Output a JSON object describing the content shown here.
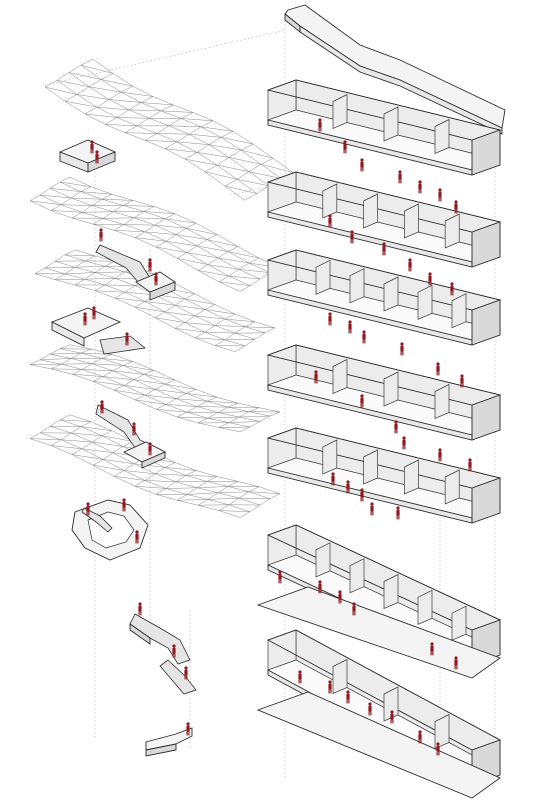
{
  "diagram": {
    "palette": {
      "line": "#2b2b2b",
      "mesh": "#7a7a7a",
      "guide": "#9a9a9a",
      "surface_light": "#f4f4f4",
      "surface_shade": "#d9d9d9",
      "people": "#8e1b22"
    },
    "left_column": {
      "mesh_layers": 5,
      "standalone_stairs": 2
    },
    "right_column": {
      "roof_slabs": 1,
      "floor_volumes": 7
    }
  }
}
